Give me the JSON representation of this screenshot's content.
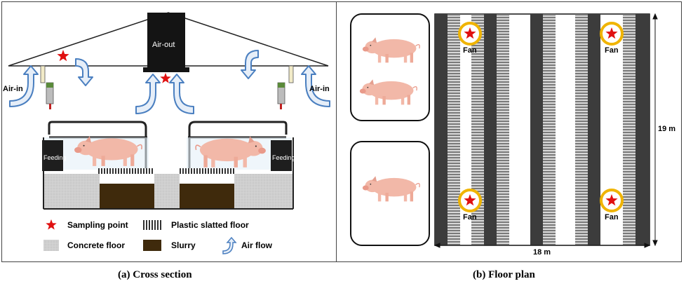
{
  "cross_section": {
    "air_out_label": "Air-out",
    "air_in_left_label": "Air-in",
    "air_in_right_label": "Air-in",
    "feeding_left_label": "Feeding",
    "feeding_right_label": "Feeding",
    "legend": {
      "sampling_point": "Sampling point",
      "plastic_slatted_floor": "Plastic slatted floor",
      "concrete_floor": "Concrete floor",
      "slurry": "Slurry",
      "air_flow": "Air flow"
    },
    "caption": "(a) Cross section"
  },
  "floor_plan": {
    "fan_labels": [
      "Fan",
      "Fan",
      "Fan",
      "Fan"
    ],
    "width_label": "18 m",
    "height_label": "19 m",
    "caption": "(b) Floor plan"
  },
  "colors": {
    "sampling_star": "#e01010",
    "slurry": "#3f2a0c",
    "concrete": "#cfcfcf",
    "fan_ring": "#f0b400",
    "air_flow_arrow": "#4a7fc0",
    "dark_floor": "#3c3c3c",
    "pig": "#f2b8a8"
  }
}
